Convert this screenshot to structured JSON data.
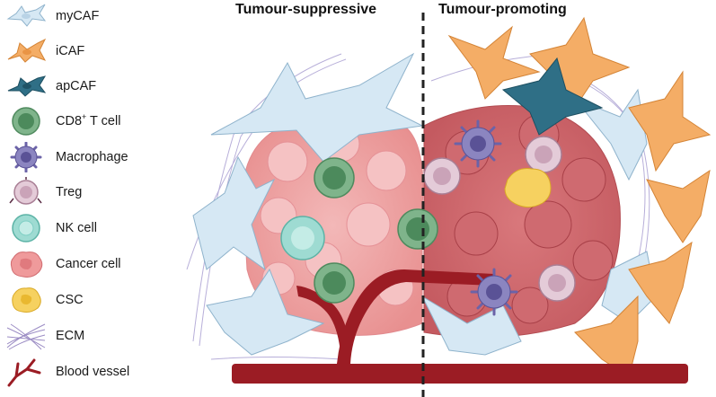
{
  "titles": {
    "left": "Tumour-suppressive",
    "right": "Tumour-promoting"
  },
  "legend": [
    {
      "icon": "mycaf-icon",
      "label": "myCAF",
      "color": "#cfe4f2"
    },
    {
      "icon": "icaf-icon",
      "label": "iCAF",
      "color": "#f2a65a"
    },
    {
      "icon": "apcaf-icon",
      "label": "apCAF",
      "color": "#2e6b80"
    },
    {
      "icon": "cd8-t-cell-icon",
      "label_main": "CD8",
      "label_sup": "+",
      "label_rest": " T cell",
      "color": "#5b9a6b"
    },
    {
      "icon": "macrophage-icon",
      "label": "Macrophage",
      "color": "#6b63a8"
    },
    {
      "icon": "treg-icon",
      "label": "Treg",
      "color": "#d8b6c8"
    },
    {
      "icon": "nk-cell-icon",
      "label": "NK cell",
      "color": "#7fcfc4"
    },
    {
      "icon": "cancer-cell-icon",
      "label": "Cancer cell",
      "color": "#e9888a"
    },
    {
      "icon": "csc-icon",
      "label": "CSC",
      "color": "#f2c84b"
    },
    {
      "icon": "ecm-icon",
      "label": "ECM",
      "color": "#9b8cc4"
    },
    {
      "icon": "blood-vessel-icon",
      "label": "Blood vessel",
      "color": "#9b1c24"
    }
  ]
}
